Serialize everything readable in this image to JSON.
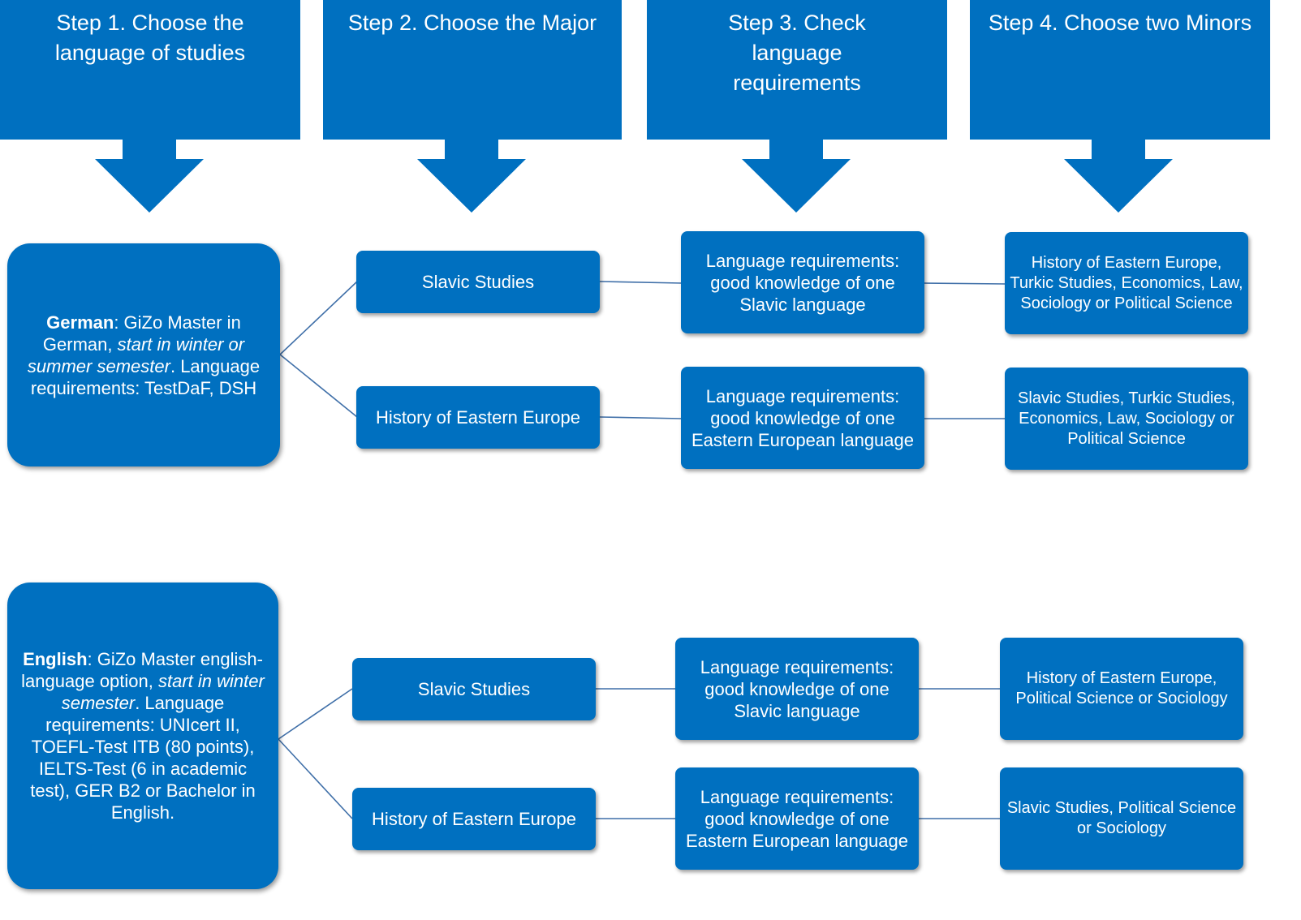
{
  "steps": [
    {
      "label": "Step 1. Choose the language of studies"
    },
    {
      "label": "Step 2. Choose the Major"
    },
    {
      "label": "Step 3. Check language requirements"
    },
    {
      "label": "Step 4. Choose two Minors"
    }
  ],
  "german": {
    "lang_label": "German",
    "sep1": ": GiZo Master in German, ",
    "italic": "start in winter or summer semester",
    "rest": ". Language requirements: TestDaF, DSH",
    "rows": [
      {
        "major": "Slavic Studies",
        "requirement": "Language requirements: good knowledge of one Slavic language",
        "minors": "History of Eastern Europe, Turkic Studies, Economics, Law, Sociology or Political Science"
      },
      {
        "major": "History of Eastern Europe",
        "requirement": "Language requirements: good knowledge of one Eastern European language",
        "minors": "Slavic Studies, Turkic Studies, Economics, Law, Sociology or Political Science"
      }
    ]
  },
  "english": {
    "lang_label": "English",
    "sep1": ": GiZo Master english-language option, ",
    "italic": "start in winter semester",
    "rest": ". Language requirements: UNIcert II, TOEFL-Test ITB (80 points), IELTS-Test (6 in academic test), GER B2 or Bachelor in English.",
    "rows": [
      {
        "major": "Slavic Studies",
        "requirement": "Language requirements: good knowledge of one Slavic language",
        "minors": "History of Eastern Europe, Political Science or Sociology"
      },
      {
        "major": "History of Eastern Europe",
        "requirement": "Language requirements: good knowledge of one Eastern European language",
        "minors": "Slavic Studies, Political Science or Sociology"
      }
    ]
  },
  "colors": {
    "box_fill": "#0070C0",
    "connector": "#3F6FA8"
  }
}
